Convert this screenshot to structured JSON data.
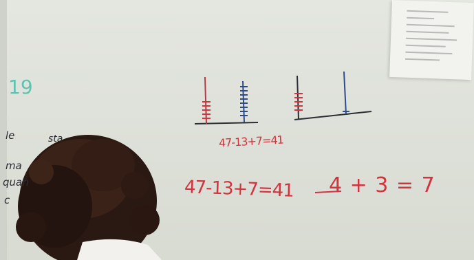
{
  "scene": {
    "description_colors": {
      "board": "#e1e4dc",
      "red_marker": "#d2333d",
      "blue_marker": "#2f4a8a",
      "teal_marker": "#5fc3b1",
      "hair": "#2a1812"
    }
  },
  "board_text": {
    "number_left": "19",
    "equation_small": "47-13+7=41",
    "equation_big": "47-13+7=41",
    "equation_right": "4 + 3 = 7",
    "left_partial_1": "le",
    "left_partial_2": "sta",
    "left_partial_3": "ma",
    "left_partial_4": "quan",
    "left_partial_5": "c"
  }
}
